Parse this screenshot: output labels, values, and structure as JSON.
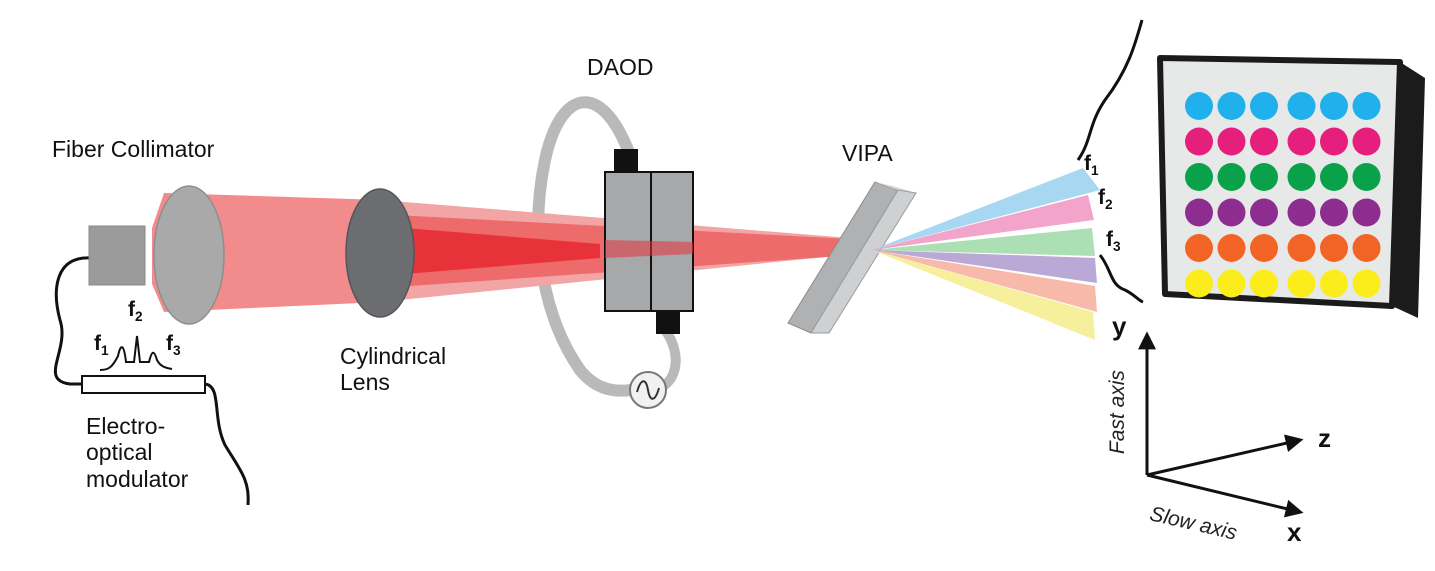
{
  "labels": {
    "fiber_collimator": "Fiber Collimator",
    "cylindrical_lens": "Cylindrical\nLens",
    "daod": "DAOD",
    "vipa": "VIPA",
    "eom": "Electro-\noptical\nmodulator",
    "spec_f1": {
      "base": "f",
      "sub": "1"
    },
    "spec_f2": {
      "base": "f",
      "sub": "2"
    },
    "spec_f3": {
      "base": "f",
      "sub": "3"
    },
    "fan_f1": {
      "base": "f",
      "sub": "1"
    },
    "fan_f2": {
      "base": "f",
      "sub": "2"
    },
    "fan_f3": {
      "base": "f",
      "sub": "3"
    },
    "axis_y": "y",
    "axis_z": "z",
    "axis_x": "x",
    "fast_axis": "Fast axis",
    "slow_axis": "Slow axis"
  },
  "fan_colors": [
    "#9fd4f0",
    "#f29cc6",
    "#a6dcae",
    "#b4a2d2",
    "#f6b4a3",
    "#f5ee92"
  ],
  "spot_grid": {
    "rows": [
      {
        "color": "#20b0eb",
        "count": 6
      },
      {
        "color": "#e61f7c",
        "count": 6
      },
      {
        "color": "#0aa14b",
        "count": 6
      },
      {
        "color": "#8e2d90",
        "count": 6
      },
      {
        "color": "#f26425",
        "count": 6
      },
      {
        "color": "#fbed1c",
        "count": 6
      }
    ]
  },
  "colors": {
    "beam": "#f28b8b",
    "beam_core": "#e82a34",
    "lens_gray": "#a9a9aa",
    "lens_dark": "#6c6d70",
    "screen_face": "#e7e8e8",
    "screen_edge": "#1b1b1b"
  }
}
